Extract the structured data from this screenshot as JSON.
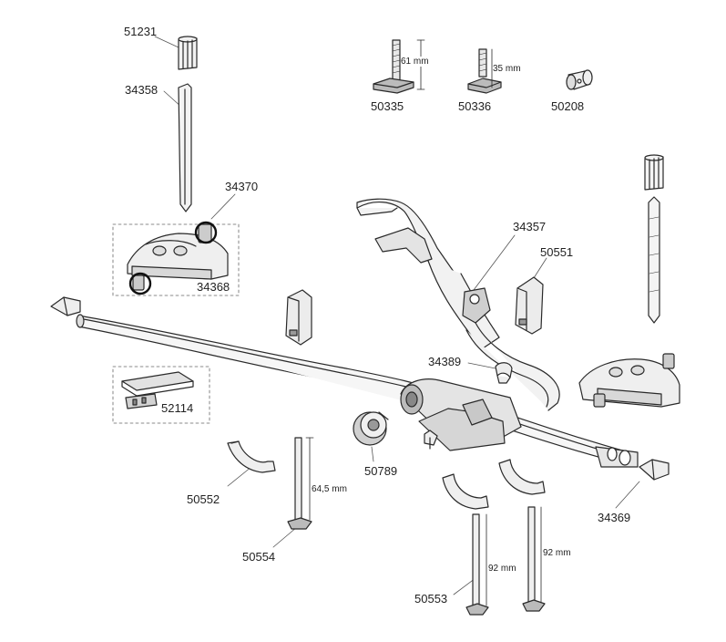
{
  "parts": {
    "p51231": "51231",
    "p34358": "34358",
    "p34370": "34370",
    "p34368": "34368",
    "p50335": "50335",
    "p50336": "50336",
    "p50208": "50208",
    "p34357": "34357",
    "p50551": "50551",
    "p34389": "34389",
    "p52114": "52114",
    "p50789": "50789",
    "p50552": "50552",
    "p50554": "50554",
    "p50553": "50553",
    "p34369": "34369"
  },
  "dimensions": {
    "d61": "61 mm",
    "d35": "35 mm",
    "d645": "64,5 mm",
    "d92a": "92 mm",
    "d92b": "92 mm"
  }
}
